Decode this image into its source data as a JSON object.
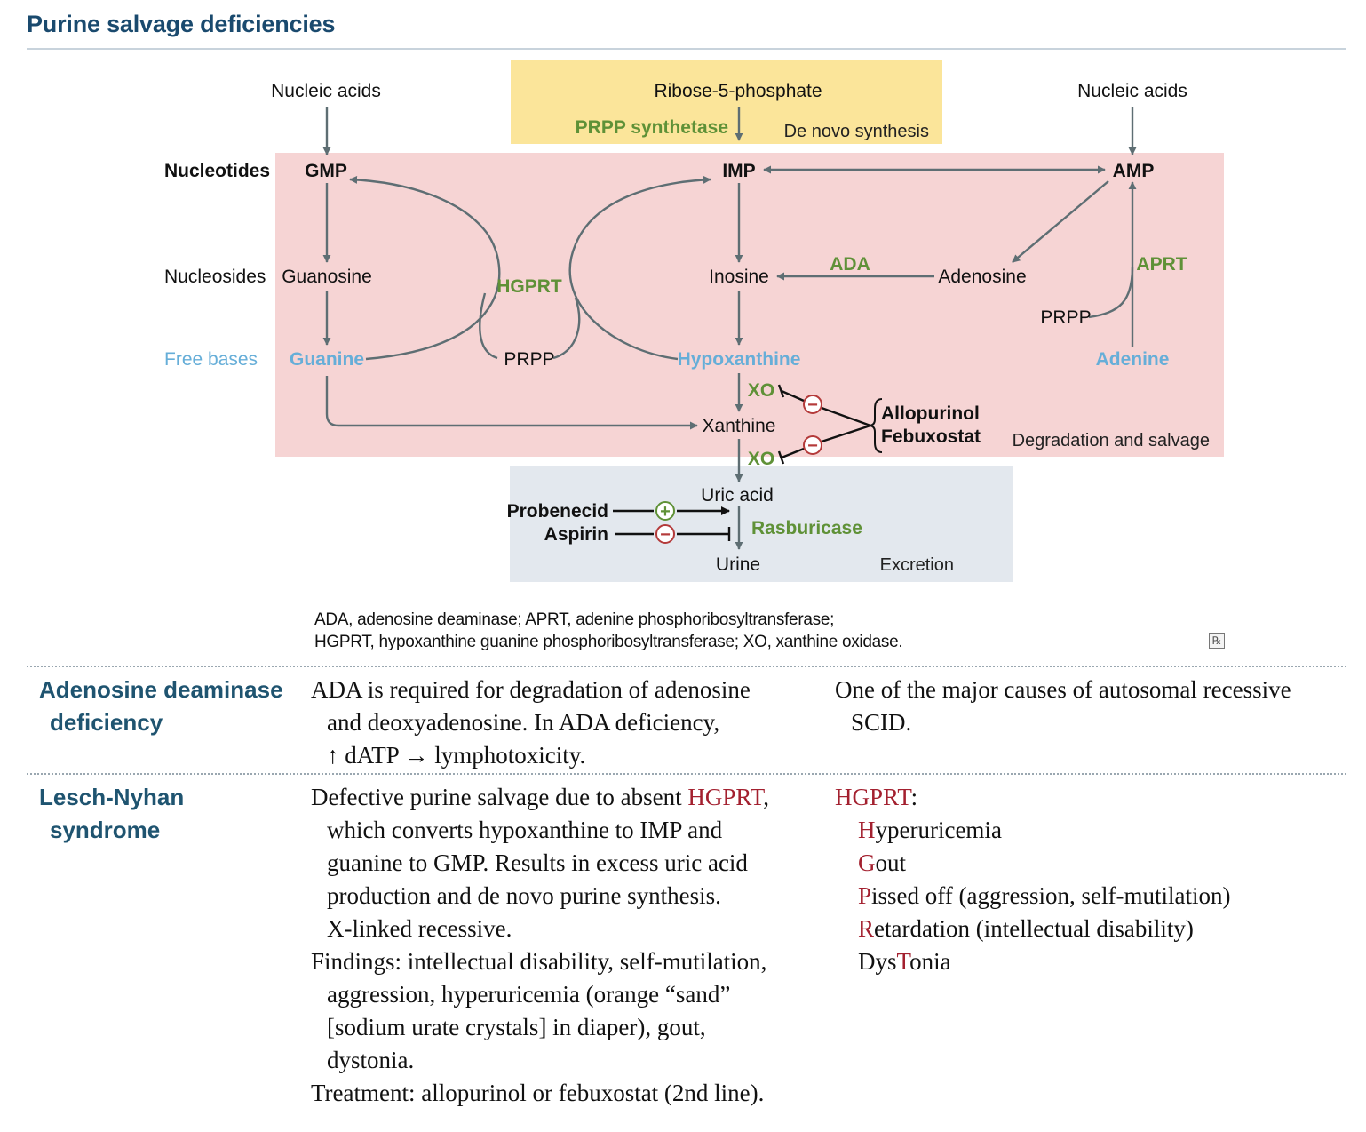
{
  "title": "Purine salvage deficiencies",
  "diagram": {
    "row_labels": {
      "nucleotides": "Nucleotides",
      "nucleosides": "Nucleosides",
      "free_bases": "Free bases"
    },
    "top": {
      "nucleic_acids_left": "Nucleic acids",
      "ribose": "Ribose-5-phosphate",
      "prpp_synthetase": "PRPP synthetase",
      "de_novo": "De novo synthesis",
      "nucleic_acids_right": "Nucleic acids"
    },
    "nodes": {
      "gmp": "GMP",
      "imp": "IMP",
      "amp": "AMP",
      "guanosine": "Guanosine",
      "inosine": "Inosine",
      "adenosine": "Adenosine",
      "guanine": "Guanine",
      "hypoxanthine": "Hypoxanthine",
      "adenine": "Adenine",
      "xanthine": "Xanthine",
      "uric_acid": "Uric acid",
      "urine": "Urine",
      "prpp_mid": "PRPP",
      "prpp_right": "PRPP"
    },
    "enzymes": {
      "hgprt": "HGPRT",
      "ada": "ADA",
      "aprt": "APRT",
      "xo_top": "XO",
      "xo_bottom": "XO",
      "rasburicase": "Rasburicase"
    },
    "drugs": {
      "allopurinol": "Allopurinol",
      "febuxostat": "Febuxostat",
      "probenecid": "Probenecid",
      "aspirin": "Aspirin"
    },
    "signs": {
      "minus": "−",
      "plus": "+"
    },
    "regions": {
      "degradation": "Degradation and salvage",
      "excretion": "Excretion"
    },
    "colors": {
      "yellow": "#fbe59a",
      "pink": "#f6d4d4",
      "blue_gray": "#e3e8ee",
      "arrow": "#5e6e73",
      "green": "#5f9137",
      "light_blue": "#66aed8",
      "red_sign": "#b43a3a"
    }
  },
  "legend": {
    "line1": "ADA, adenosine deaminase; APRT, adenine phosphoribosyltransferase;",
    "line2": "HGPRT, hypoxanthine guanine phosphoribosyltransferase; XO, xanthine oxidase.",
    "icon": "rx-icon"
  },
  "rows": [
    {
      "title_line1": "Adenosine deaminase",
      "title_line2": "deficiency",
      "desc_l1": "ADA is required for degradation of adenosine",
      "desc_l2": "and deoxyadenosine. In ADA deficiency,",
      "desc_l3": "↑ dATP → lymphotoxicity.",
      "note_l1": "One of the major causes of autosomal recessive",
      "note_l2": "SCID."
    },
    {
      "title_line1": "Lesch-Nyhan",
      "title_line2": "syndrome",
      "desc_a": "Defective purine salvage due to absent",
      "desc_hgprt": "HGPRT",
      "desc_comma": ",",
      "desc_lines": [
        "which converts hypoxanthine to IMP and",
        "guanine to GMP. Results in excess uric acid",
        "production and de novo purine synthesis.",
        "X-linked recessive."
      ],
      "findings_lines": [
        "Findings: intellectual disability, self-mutilation,",
        "aggression, hyperuricemia (orange “sand”",
        "[sodium urate crystals] in diaper), gout,",
        "dystonia."
      ],
      "treatment": "Treatment: allopurinol or febuxostat (2nd line).",
      "mnemonic_head": "HGPRT",
      "mnemonic_colon": ":",
      "mnemonic": [
        {
          "pre": "",
          "hl": "H",
          "post": "yperuricemia"
        },
        {
          "pre": "",
          "hl": "G",
          "post": "out"
        },
        {
          "pre": "",
          "hl": "P",
          "post": "issed off (aggression, self-mutilation)"
        },
        {
          "pre": "",
          "hl": "R",
          "post": "etardation (intellectual disability)"
        },
        {
          "pre": "Dys",
          "hl": "T",
          "post": "onia"
        }
      ]
    }
  ]
}
